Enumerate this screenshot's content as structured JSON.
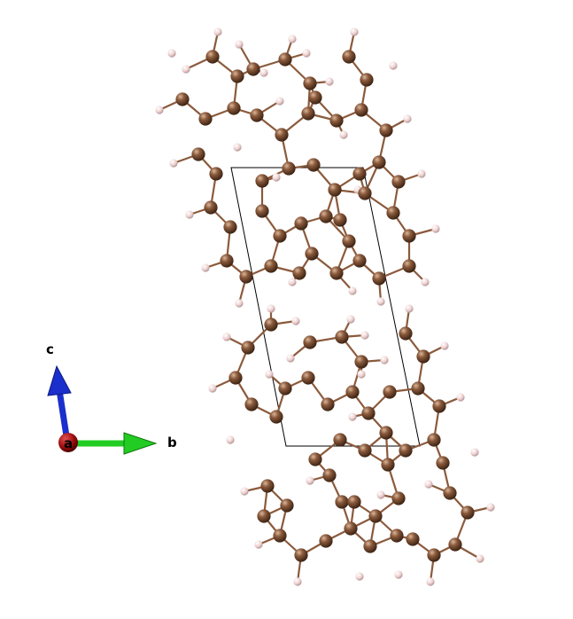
{
  "axes": {
    "a": "a",
    "b": "b",
    "c": "c"
  },
  "colors": {
    "carbon": "#8b5a3c",
    "hydrogen": "#f2d8d8",
    "bond": "#8b5a3c",
    "cell_edge": "#000000",
    "axis_a": "#a01010",
    "axis_b": "#22cc22",
    "axis_c": "#1a2fcc"
  }
}
